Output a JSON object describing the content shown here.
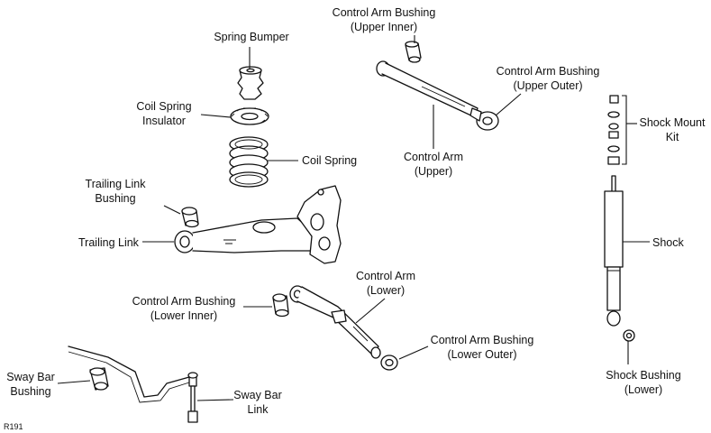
{
  "labels": {
    "spring_bumper": "Spring Bumper",
    "coil_spring_insulator": [
      "Coil Spring",
      "Insulator"
    ],
    "coil_spring": "Coil Spring",
    "trailing_link_bushing": [
      "Trailing Link",
      "Bushing"
    ],
    "trailing_link": "Trailing Link",
    "cab_upper_inner": [
      "Control Arm Bushing",
      "(Upper Inner)"
    ],
    "cab_upper_outer": [
      "Control Arm Bushing",
      "(Upper Outer)"
    ],
    "control_arm_upper": [
      "Control Arm",
      "(Upper)"
    ],
    "shock_mount_kit": [
      "Shock Mount",
      "Kit"
    ],
    "shock": "Shock",
    "shock_bushing_lower": [
      "Shock Bushing",
      "(Lower)"
    ],
    "control_arm_lower": [
      "Control Arm",
      "(Lower)"
    ],
    "cab_lower_inner": [
      "Control Arm Bushing",
      "(Lower Inner)"
    ],
    "cab_lower_outer": [
      "Control Arm Bushing",
      "(Lower Outer)"
    ],
    "sway_bar_bushing": [
      "Sway Bar",
      "Bushing"
    ],
    "sway_bar_link": [
      "Sway Bar",
      "Link"
    ],
    "figure_code": "R191"
  }
}
